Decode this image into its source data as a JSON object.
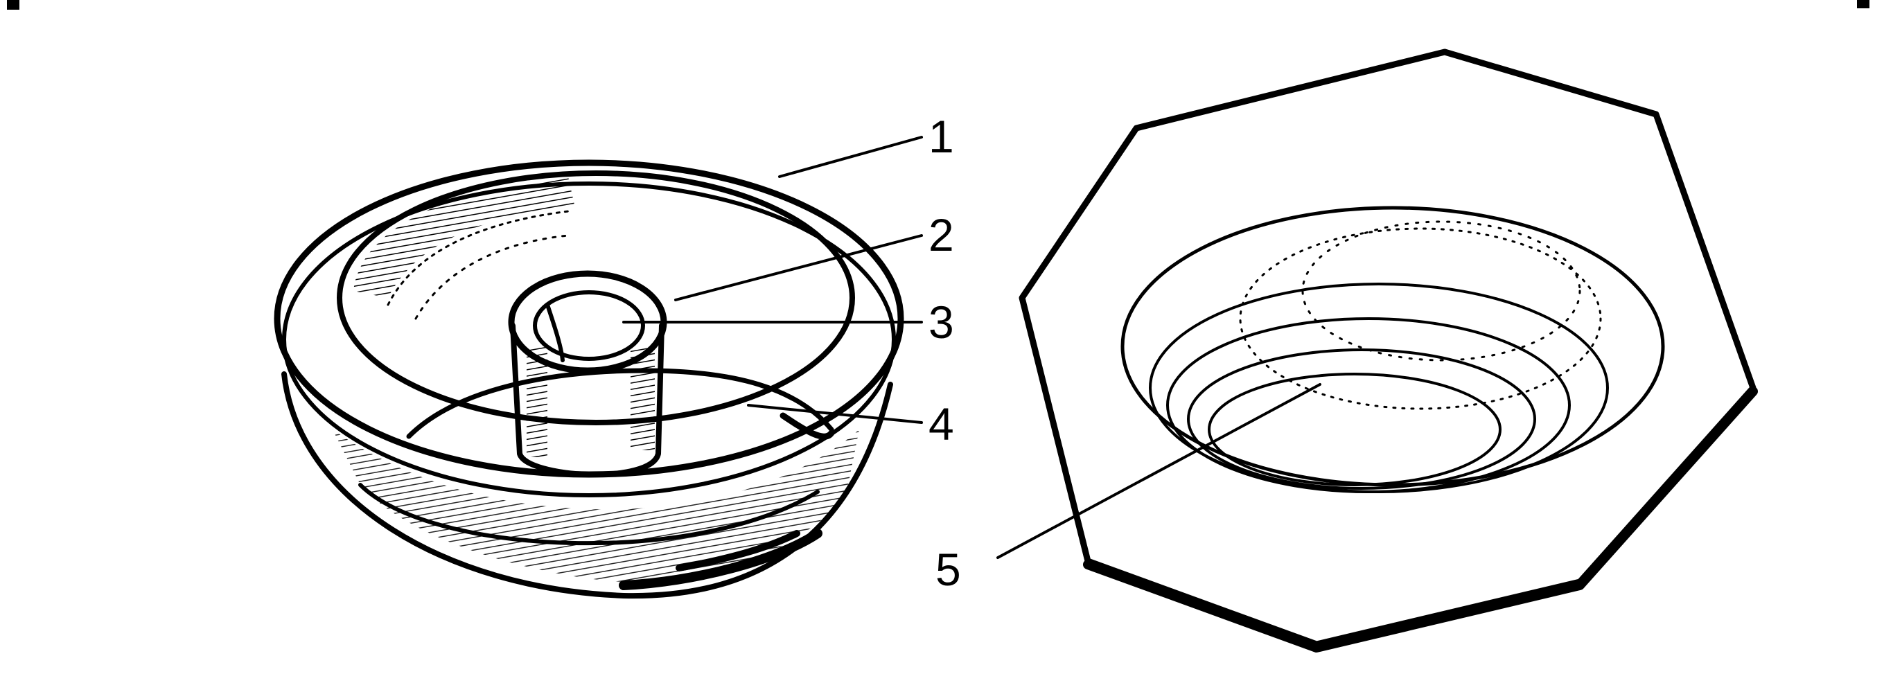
{
  "figure": {
    "parts": [
      {
        "id": "1",
        "label": "1"
      },
      {
        "id": "2",
        "label": "2"
      },
      {
        "id": "3",
        "label": "3"
      },
      {
        "id": "4",
        "label": "4"
      },
      {
        "id": "5",
        "label": "5"
      }
    ]
  },
  "colors": {
    "ink": "#000000",
    "paper": "#ffffff"
  }
}
